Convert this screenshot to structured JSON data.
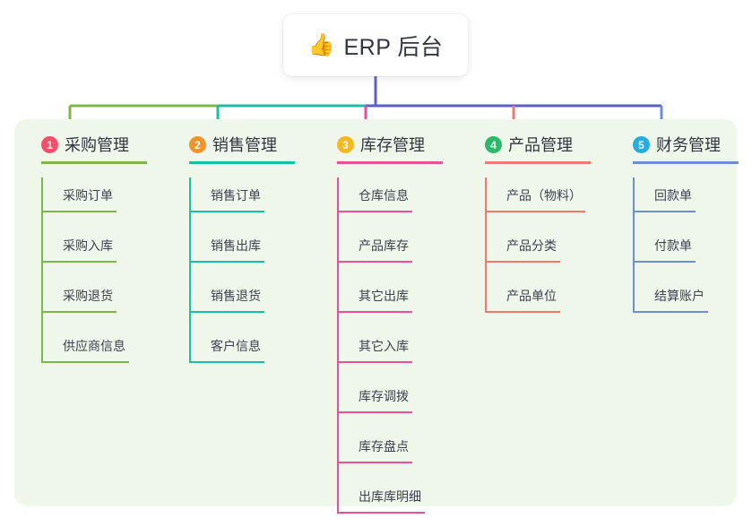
{
  "root": {
    "emoji": "👍",
    "emoji_name": "thumbs-up-emoji",
    "title": "ERP 后台",
    "stem_color": "#5b5fc7"
  },
  "theme": {
    "page_background": "#ffffff",
    "panel_background": "#eef7ea",
    "card_background": "#ffffff",
    "title_color": "#2f3640",
    "leaf_text_color": "#3b4250"
  },
  "bus": {
    "segments": [
      {
        "name": "segment-green",
        "color": "#7cb748"
      },
      {
        "name": "segment-teal",
        "color": "#17bfa8"
      },
      {
        "name": "segment-indigo",
        "color": "#5b5fc7"
      }
    ]
  },
  "columns": [
    {
      "index": "1",
      "title": "采购管理",
      "badge_color": "#f2506a",
      "line_color": "#7cb748",
      "head_rule_width": 118,
      "items": [
        {
          "label": "采购订单",
          "rule_width": 84
        },
        {
          "label": "采购入库",
          "rule_width": 84
        },
        {
          "label": "采购退货",
          "rule_width": 84
        },
        {
          "label": "供应商信息",
          "rule_width": 98
        }
      ]
    },
    {
      "index": "2",
      "title": "销售管理",
      "badge_color": "#f2922b",
      "line_color": "#17bfa8",
      "head_rule_width": 118,
      "items": [
        {
          "label": "销售订单",
          "rule_width": 84
        },
        {
          "label": "销售出库",
          "rule_width": 84
        },
        {
          "label": "销售退货",
          "rule_width": 84
        },
        {
          "label": "客户信息",
          "rule_width": 84
        }
      ]
    },
    {
      "index": "3",
      "title": "库存管理",
      "badge_color": "#f5b724",
      "line_color": "#ea509a",
      "head_rule_width": 118,
      "items": [
        {
          "label": "仓库信息",
          "rule_width": 84
        },
        {
          "label": "产品库存",
          "rule_width": 84
        },
        {
          "label": "其它出库",
          "rule_width": 84
        },
        {
          "label": "其它入库",
          "rule_width": 84
        },
        {
          "label": "库存调拨",
          "rule_width": 84
        },
        {
          "label": "库存盘点",
          "rule_width": 84
        },
        {
          "label": "出库库明细",
          "rule_width": 98
        }
      ]
    },
    {
      "index": "4",
      "title": "产品管理",
      "badge_color": "#2cb96a",
      "line_color": "#f2786f",
      "head_rule_width": 118,
      "items": [
        {
          "label": "产品（物料）",
          "rule_width": 112
        },
        {
          "label": "产品分类",
          "rule_width": 84
        },
        {
          "label": "产品单位",
          "rule_width": 84
        }
      ]
    },
    {
      "index": "5",
      "title": "财务管理",
      "badge_color": "#29abe2",
      "line_color": "#6a8fd8",
      "head_rule_width": 118,
      "items": [
        {
          "label": "回款单",
          "rule_width": 70
        },
        {
          "label": "付款单",
          "rule_width": 70
        },
        {
          "label": "结算账户",
          "rule_width": 84
        }
      ]
    }
  ]
}
